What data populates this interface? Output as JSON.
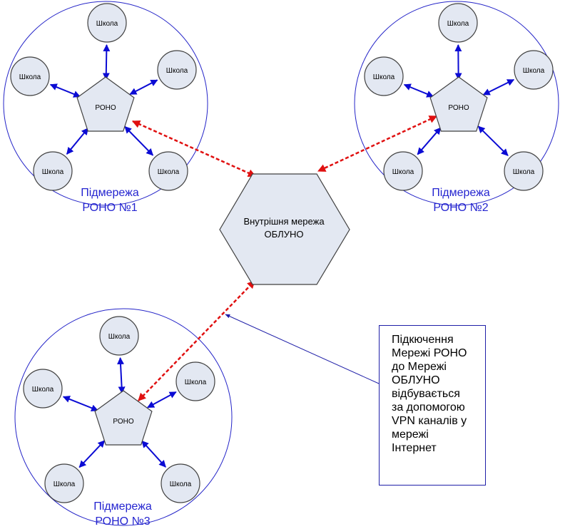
{
  "colors": {
    "node_fill": "#e3e8f2",
    "node_stroke": "#404040",
    "subnet_circle": "#2424c8",
    "subnet_label": "#2424d0",
    "link_arrow": "#0b0bd4",
    "vpn_arrow": "#e01010",
    "note_border": "#1f1fa8"
  },
  "school_label": "Школа",
  "roho_label": "РОНО",
  "center": {
    "line1": "Внутрішня мережа",
    "line2": "ОБЛУНО"
  },
  "subnets": [
    {
      "label_line1": "Підмережа",
      "label_line2": "РОНО №1"
    },
    {
      "label_line1": "Підмережа",
      "label_line2": "РОНО №2"
    },
    {
      "label_line1": "Підмережа",
      "label_line2": "РОНО №3"
    }
  ],
  "note": {
    "text": "Підкючення\nМережі РОНО\nдо Мережі\nОБЛУНО\nвідбувається\nза допомогою\nVPN каналів у\nмережі\nІнтернет"
  }
}
